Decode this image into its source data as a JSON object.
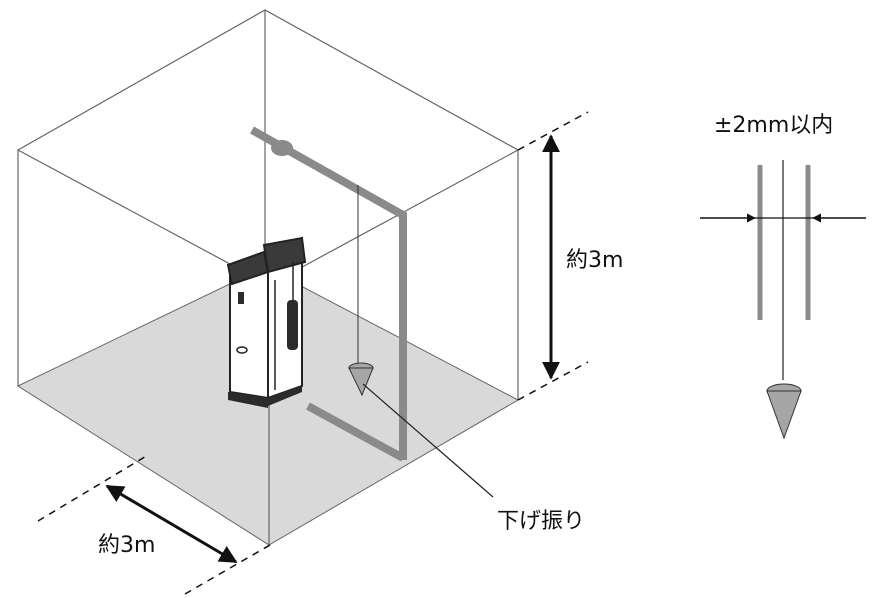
{
  "labels": {
    "height": "約3m",
    "width": "約3m",
    "plumb_bob": "下げ振り",
    "tolerance": "±2mm以内"
  },
  "colors": {
    "floor": "#d9d9d9",
    "laser_line": "#8a8a8a",
    "edges": "#555555",
    "device_dark": "#2b2b2b",
    "bob": "#a6a6a6"
  },
  "icons": {
    "device": "laser-level-device-icon",
    "plumb": "plumb-bob-icon"
  }
}
